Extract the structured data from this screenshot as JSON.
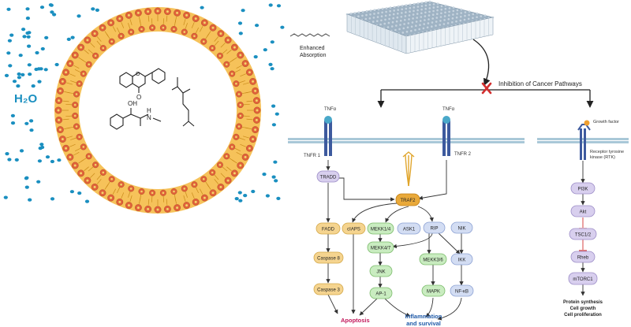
{
  "water_label": "H₂O",
  "absorption_label_line1": "Enhanced",
  "absorption_label_line2": "Absorption",
  "inhibition_label": "Inhibition of Cancer Pathways",
  "inhibition_icon": "x-mark-icon",
  "left_pathway": {
    "ligand1": "TNFα",
    "ligand2": "TNFα",
    "receptor1": "TNFR 1",
    "receptor2": "TNFR 2",
    "tradd": "TRADD",
    "traf2": "TRAF2",
    "fadd": "FADD",
    "ciaps": "cIAPS",
    "mekk14": "MEKK1/4",
    "ask1": "ASK1",
    "rip": "RIP",
    "nik": "NIK",
    "mekk47": "MEKK4/7",
    "mekk36": "MEKK3/6",
    "ikk": "IKK",
    "caspase8": "Caspase 8",
    "jnk": "JNK",
    "mapk": "MAPK",
    "caspase3": "Caspase 3",
    "ap1": "AP-1",
    "nfkb": "NF-κB",
    "apoptosis": "Apoptosis",
    "inflammation_line1": "Inflammation",
    "inflammation_line2": "and survival"
  },
  "right_pathway": {
    "growth_factor": "Growth factor",
    "rtk_line1": "Receptor tyrosine",
    "rtk_line2": "kinase (RTK)",
    "pi3k": "PI3K",
    "akt": "Akt",
    "tsc12": "TSC1/2",
    "rheb": "Rheb",
    "mtorc1": "mTORC1",
    "outcome_line1": "Protein synthesis",
    "outcome_line2": "Cell growth",
    "outcome_line3": "Cell proliferation"
  },
  "colors": {
    "water": "#1a8fc0",
    "liposome_fill": "#f6c25a",
    "lipid_head": "#e0623a",
    "fadd": "#f5d48f",
    "mapk_branch": "#c9ecc0",
    "nfkb_branch": "#d3ddf3",
    "traf2": "#e9a93a",
    "mtor_branch": "#d8cfee",
    "apoptosis": "#c2185b",
    "inflammation": "#1f5aa8",
    "inhibit_red": "#d32f2f"
  }
}
